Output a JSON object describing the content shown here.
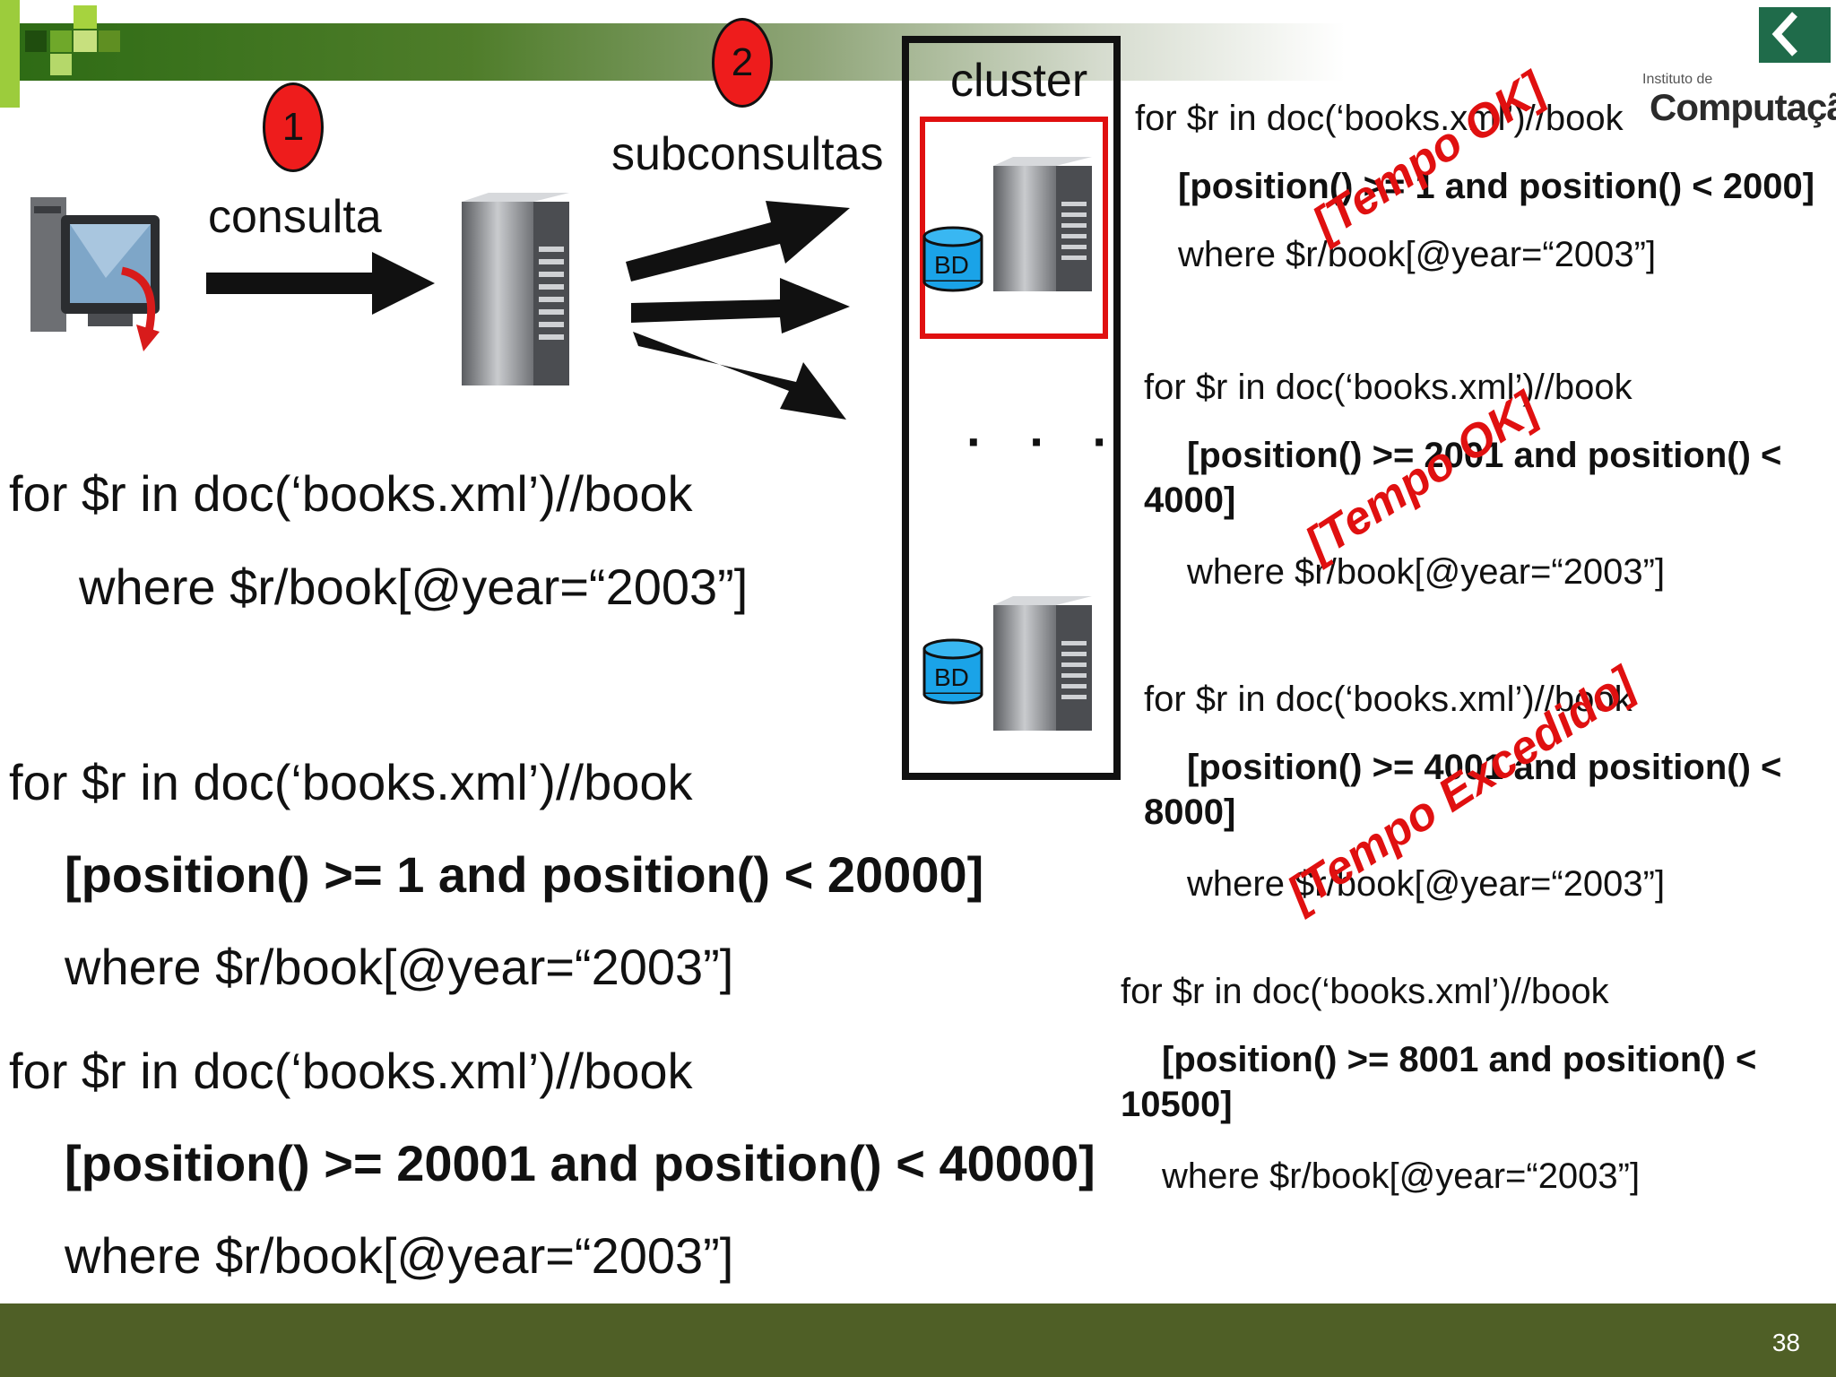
{
  "slide": {
    "number": "38"
  },
  "logo": {
    "small": "Instituto de",
    "big": "Computação"
  },
  "diagram": {
    "step1": "1",
    "step2": "2",
    "consulta_label": "consulta",
    "subconsultas_label": "subconsultas",
    "cluster_label": "cluster",
    "db_label": "BD",
    "ellipsis": "· · ·"
  },
  "main_query": {
    "line1": "for $r in doc(‘books.xml’)//book",
    "line2": "where $r/book[@year=“2003”]"
  },
  "left_subqueries": [
    {
      "line1": "for $r in doc(‘books.xml’)//book",
      "line2": "[position() >= 1 and position() < 20000]",
      "line3": "where $r/book[@year=“2003”]"
    },
    {
      "line1": "for $r in doc(‘books.xml’)//book",
      "line2": "[position() >= 20001 and position() < 40000]",
      "line3": "where $r/book[@year=“2003”]"
    }
  ],
  "right_subqueries": [
    {
      "line1": "for $r in doc(‘books.xml’)//book",
      "line2": "[position() >= 1 and position() < 2000]",
      "line3": "where $r/book[@year=“2003”]",
      "status": "[Tempo OK]"
    },
    {
      "line1": "for $r in doc(‘books.xml’)//book",
      "line2a": "[position() >= 2001 and position() <",
      "line2b": "4000]",
      "line3": "where $r/book[@year=“2003”]",
      "status": "[Tempo OK]"
    },
    {
      "line1": "for $r in doc(‘books.xml’)//book",
      "line2a": "[position() >= 4001 and position() <",
      "line2b": "8000]",
      "line3": "where $r/book[@year=“2003”]",
      "status": "[Tempo Excedido]"
    },
    {
      "line1": "for $r in doc(‘books.xml’)//book",
      "line2a": "[position() >= 8001 and position() <",
      "line2b": "10500]",
      "line3": "where $r/book[@year=“2003”]"
    }
  ],
  "colors": {
    "accent_red": "#e01010",
    "footer": "#4f5f26",
    "bar_green": "#2d6b14"
  }
}
